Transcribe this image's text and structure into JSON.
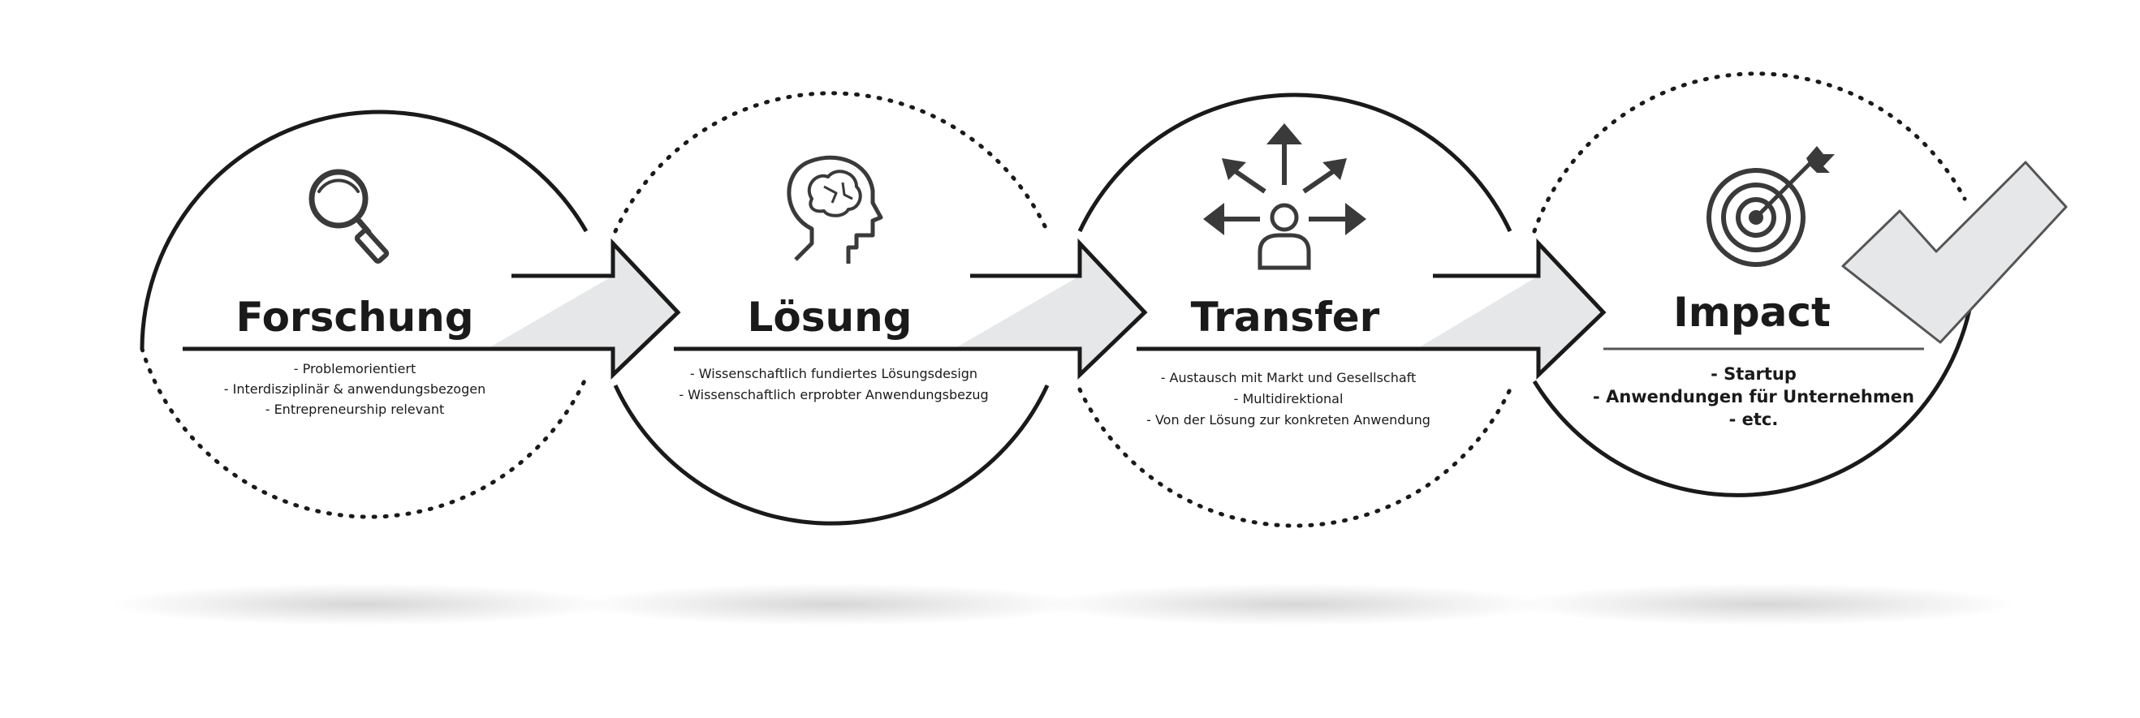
{
  "diagram": {
    "accent_color": "#1a1a1a",
    "arrow_fill_color": "#e6e7e8",
    "stages": [
      {
        "title": "Forschung",
        "icon": "magnifier-icon",
        "bullets": [
          "- Problemorientiert",
          "- Interdisziplinär & anwendungsbezogen",
          "- Entrepreneurship relevant"
        ]
      },
      {
        "title": "Lösung",
        "icon": "brain-head-icon",
        "bullets": [
          "- Wissenschaftlich fundiertes Lösungsdesign",
          "- Wissenschaftlich erprobter Anwendungsbezug"
        ]
      },
      {
        "title": "Transfer",
        "icon": "person-arrows-icon",
        "bullets": [
          "- Austausch mit Markt und Gesellschaft",
          "- Multidirektional",
          "- Von der Lösung zur konkreten Anwendung"
        ]
      },
      {
        "title": "Impact",
        "icon": "target-arrow-icon",
        "bullets": [
          "- Startup",
          "- Anwendungen für Unternehmen",
          "- etc."
        ]
      }
    ],
    "checkmark_icon": "checkmark-icon"
  }
}
